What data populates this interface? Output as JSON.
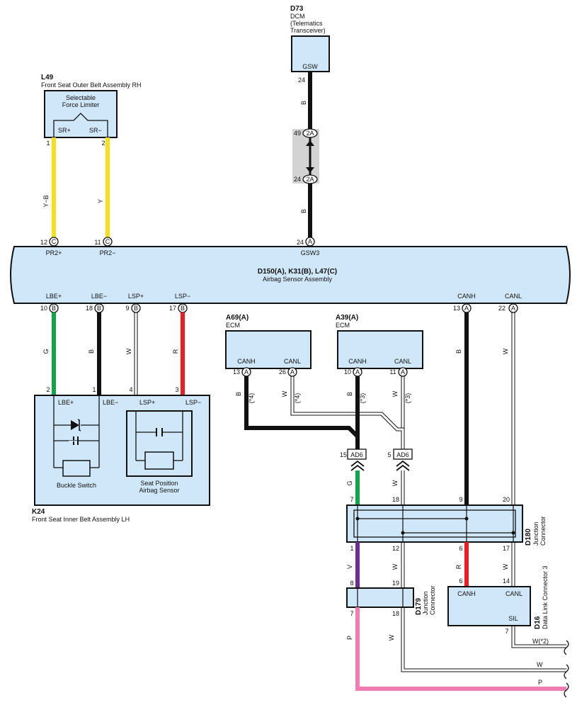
{
  "dcm": {
    "id": "D73",
    "name1": "DCM",
    "name2": "(Telematics",
    "name3": "Transceiver)",
    "terminal": "GSW",
    "pin": "24",
    "wire": "B"
  },
  "connector_2a": {
    "label": "2A",
    "pin_top": "49",
    "pin_bottom": "24"
  },
  "l49": {
    "id": "L49",
    "name": "Front Seat Outer Belt Assembly RH",
    "inner1": "Selectable",
    "inner2": "Force Limiter",
    "sr_plus": "SR+",
    "sr_minus": "SR−",
    "pin1": "1",
    "pin2": "2",
    "wire1": "Y−B",
    "wire2": "Y"
  },
  "airbag": {
    "id": "D150(A), K31(B), L47(C)",
    "name": "Airbag Sensor Assembly",
    "top_pins": [
      {
        "num": "12",
        "conn": "C",
        "label": "PR2+"
      },
      {
        "num": "11",
        "conn": "C",
        "label": "PR2−"
      },
      {
        "num": "24",
        "conn": "A",
        "label": "GSW3"
      }
    ],
    "bottom_pins": [
      {
        "num": "10",
        "conn": "B",
        "label": "LBE+"
      },
      {
        "num": "18",
        "conn": "B",
        "label": "LBE−"
      },
      {
        "num": "9",
        "conn": "B",
        "label": "LSP+"
      },
      {
        "num": "17",
        "conn": "B",
        "label": "LSP−"
      },
      {
        "num": "13",
        "conn": "A",
        "label": "CANH"
      },
      {
        "num": "22",
        "conn": "A",
        "label": "CANL"
      }
    ],
    "wire_bottom": [
      "G",
      "B",
      "W",
      "R",
      "B",
      "W"
    ],
    "wire_gsw3": "B"
  },
  "k24": {
    "id": "K24",
    "name": "Front Seat Inner Belt Assembly LH",
    "lbe_plus": "LBE+",
    "lbe_minus": "LBE−",
    "lsp_plus": "LSP+",
    "lsp_minus": "LSP−",
    "pins": [
      "2",
      "1",
      "4",
      "3"
    ],
    "buckle": "Buckle Switch",
    "seat1": "Seat Position",
    "seat2": "Airbag Sensor"
  },
  "ecm1": {
    "id": "A69(A)",
    "name": "ECM",
    "canh": "CANH",
    "canl": "CANL",
    "pin_h": "13",
    "pin_l": "26",
    "conn": "A",
    "wire_h": "B",
    "wire_l": "W",
    "note": "(*4)"
  },
  "ecm2": {
    "id": "A39(A)",
    "name": "ECM",
    "canh": "CANH",
    "canl": "CANL",
    "pin_h": "10",
    "pin_l": "11",
    "conn": "A",
    "wire_h": "B",
    "wire_l": "W",
    "note": "(*3)"
  },
  "ad6": {
    "label": "AD6",
    "pin_left": "15",
    "pin_right": "5",
    "wire_left": "G",
    "wire_right": "W"
  },
  "d180": {
    "id": "D180",
    "name1": "Junction",
    "name2": "Connector",
    "pins_top": [
      "7",
      "18",
      "9",
      "20"
    ],
    "pins_bottom": [
      "1",
      "12",
      "6",
      "17"
    ],
    "wires_bottom": [
      "V",
      "W",
      "R",
      "W"
    ]
  },
  "d179": {
    "id": "D179",
    "name1": "Junction",
    "name2": "Connector",
    "pins_top": [
      "8",
      "19"
    ],
    "pins_bottom": [
      "7",
      "18"
    ],
    "wires_bottom": [
      "P",
      "W"
    ]
  },
  "d16": {
    "id": "D16",
    "name": "Data Link Connector 3",
    "canh": "CANH",
    "canl": "CANL",
    "sil": "SIL",
    "pins_top": [
      "6",
      "14"
    ],
    "pin_bottom": "7"
  },
  "outputs": [
    "W(*2)",
    "W",
    "P"
  ],
  "colors": {
    "body": "#cfe7f8",
    "yellow": "#f4e11a",
    "green": "#0fa64a",
    "red": "#ec1c24",
    "black": "#111111",
    "violet": "#6b2e8f",
    "pink": "#f07cb4",
    "gray_block": "#d3d3d3"
  }
}
